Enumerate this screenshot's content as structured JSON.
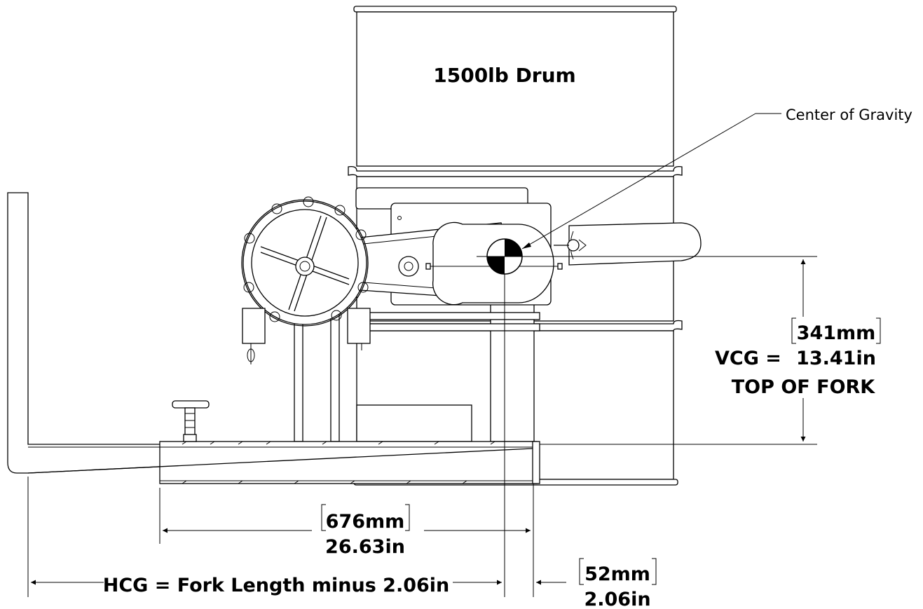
{
  "drum": {
    "label": "1500lb Drum"
  },
  "center_of_gravity": {
    "label": "Center of Gravity"
  },
  "vcg": {
    "metric_value": "341mm",
    "label": "VCG =",
    "imperial_value": "13.41in",
    "reference": "TOP OF FORK"
  },
  "hcg": {
    "label": "HCG = Fork Length minus 2.06in"
  },
  "dim_horizontal_1": {
    "metric_value": "676mm",
    "imperial_value": "26.63in"
  },
  "dim_horizontal_2": {
    "metric_value": "52mm",
    "imperial_value": "2.06in"
  },
  "colors": {
    "line": "#000000",
    "background": "#ffffff"
  }
}
